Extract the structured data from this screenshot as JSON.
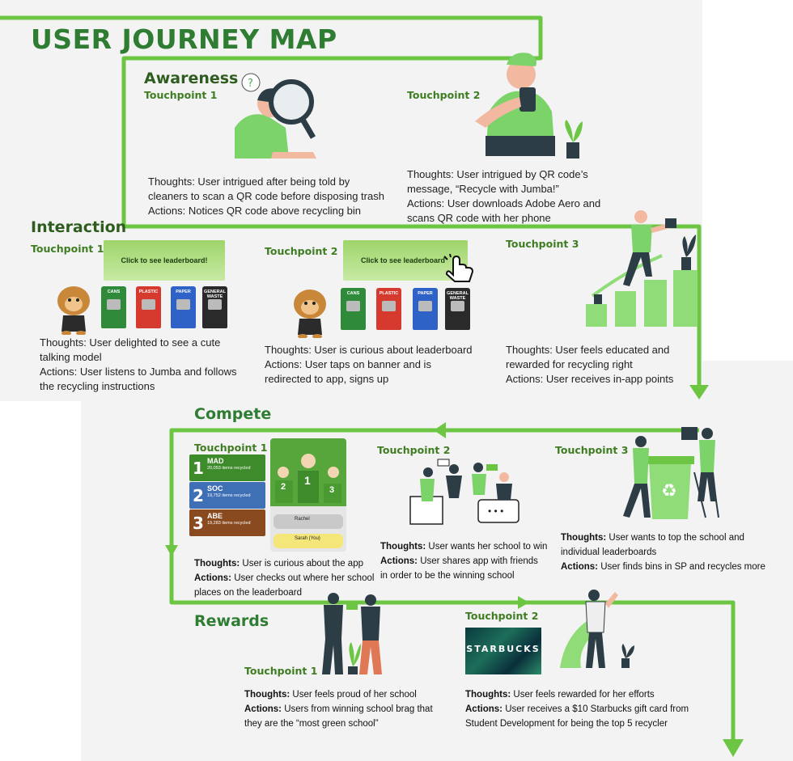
{
  "title": "USER JOURNEY MAP",
  "colors": {
    "accent": "#6cc644",
    "heading": "#2e7d32",
    "panel": "#f3f3f3"
  },
  "awareness": {
    "stage": "Awareness",
    "tp1": {
      "label": "Touchpoint 1",
      "lines": [
        "Thoughts: User intrigued after being told by",
        "cleaners to scan a QR code before disposing trash",
        "Actions: Notices QR code above recycling bin"
      ]
    },
    "tp2": {
      "label": "Touchpoint 2",
      "lines": [
        "Thoughts: User intrigued by QR code’s",
        "message, “Recycle with Jumba!”",
        "Actions: User downloads Adobe Aero and",
        "scans QR code with her phone"
      ]
    }
  },
  "interaction": {
    "stage": "Interaction",
    "banner": "Click to see leaderboard!",
    "banner2": "Click to see leaderboard",
    "bins": [
      "CANS",
      "PLASTIC",
      "PAPER",
      "GENERAL WASTE"
    ],
    "tp1": {
      "label": "Touchpoint 1",
      "lines": [
        "Thoughts: User delighted to see a cute",
        "talking model",
        "Actions: User listens to Jumba and follows",
        "the recycling instructions"
      ]
    },
    "tp2": {
      "label": "Touchpoint 2",
      "lines": [
        "Thoughts: User is curious about leaderboard",
        "Actions: User taps on banner and is",
        "redirected to app, signs up"
      ]
    },
    "tp3": {
      "label": "Touchpoint 3",
      "lines": [
        "Thoughts: User feels educated and",
        "rewarded for recycling right",
        "Actions: User receives in-app points"
      ]
    }
  },
  "compete": {
    "stage": "Compete",
    "leaderboard": [
      {
        "rank": "1",
        "name": "MAD",
        "count": "20,053 items recycled",
        "color": "#3d8b2a"
      },
      {
        "rank": "2",
        "name": "SOC",
        "count": "19,752 items recycled",
        "color": "#3f6fb5"
      },
      {
        "rank": "3",
        "name": "ABE",
        "count": "19,283 items recycled",
        "color": "#8a4a1f"
      }
    ],
    "app": {
      "first": "1",
      "second": "2",
      "third": "3",
      "user1": "Rachel",
      "user2": "Sarah (You)"
    },
    "tp1": {
      "label": "Touchpoint 1",
      "thoughts_key": "Thoughts:",
      "thoughts": " User is curious about the app",
      "actions_key": "Actions:",
      "actions": " User checks out where her school",
      "actions_cont": "places on the leaderboard"
    },
    "tp2": {
      "label": "Touchpoint 2",
      "thoughts_key": "Thoughts:",
      "thoughts": " User wants her school to win",
      "actions_key": "Actions:",
      "actions": " User shares app with friends",
      "actions_cont": "in order to be the winning school"
    },
    "tp3": {
      "label": "Touchpoint 3",
      "thoughts_key": "Thoughts:",
      "thoughts": " User wants to top the school and",
      "thoughts_cont": "individual leaderboards",
      "actions_key": "Actions:",
      "actions": " User finds bins in SP and recycles more"
    }
  },
  "rewards": {
    "stage": "Rewards",
    "starbucks": "STARBUCKS",
    "tp1": {
      "label": "Touchpoint 1",
      "thoughts_key": "Thoughts:",
      "thoughts": " User feels proud of her school",
      "actions_key": "Actions:",
      "actions": " Users from winning school brag that",
      "actions_cont": "they are the “most green school”"
    },
    "tp2": {
      "label": "Touchpoint 2",
      "thoughts_key": "Thoughts:",
      "thoughts": " User feels rewarded for her efforts",
      "actions_key": "Actions:",
      "actions": " User receives a $10 Starbucks gift card from",
      "actions_cont": "Student Development for being the top 5 recycler"
    }
  }
}
